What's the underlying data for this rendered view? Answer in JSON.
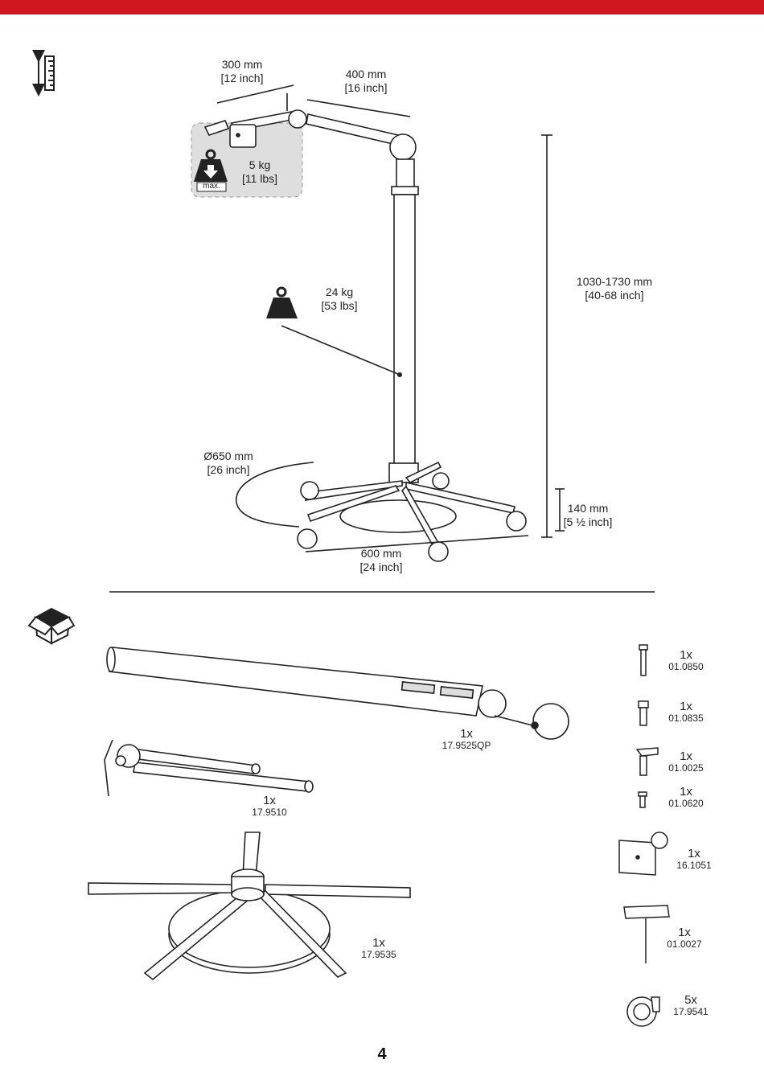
{
  "page_number": "4",
  "colors": {
    "accent": "#d0161f",
    "line": "#222222",
    "panel": "#dedede"
  },
  "icons": [
    "measure-icon",
    "weight-icon",
    "weight-max-icon",
    "box-contents-icon"
  ],
  "dimensions": {
    "arm_short": {
      "mm": "300 mm",
      "inch": "[12 inch]"
    },
    "arm_long": {
      "mm": "400 mm",
      "inch": "[16 inch]"
    },
    "max_load": {
      "kg": "5 kg",
      "lbs": "[11 lbs]",
      "badge": "max."
    },
    "total_weight": {
      "kg": "24 kg",
      "lbs": "[53 lbs]"
    },
    "height": {
      "mm": "1030-1730 mm",
      "inch": "[40-68 inch]"
    },
    "base_diameter": {
      "mm": "Ø650 mm",
      "inch": "[26 inch]"
    },
    "base_height": {
      "mm": "140 mm",
      "inch": "[5 ½ inch]"
    },
    "base_width": {
      "mm": "600 mm",
      "inch": "[24 inch]"
    }
  },
  "parts": [
    {
      "qty": "1x",
      "code": "17.9525QP"
    },
    {
      "qty": "1x",
      "code": "17.9510"
    },
    {
      "qty": "1x",
      "code": "17.9535"
    },
    {
      "qty": "1x",
      "code": "01.0850"
    },
    {
      "qty": "1x",
      "code": "01.0835"
    },
    {
      "qty": "1x",
      "code": "01.0025"
    },
    {
      "qty": "1x",
      "code": "01.0620"
    },
    {
      "qty": "1x",
      "code": "16.1051"
    },
    {
      "qty": "1x",
      "code": "01.0027"
    },
    {
      "qty": "5x",
      "code": "17.9541"
    }
  ]
}
